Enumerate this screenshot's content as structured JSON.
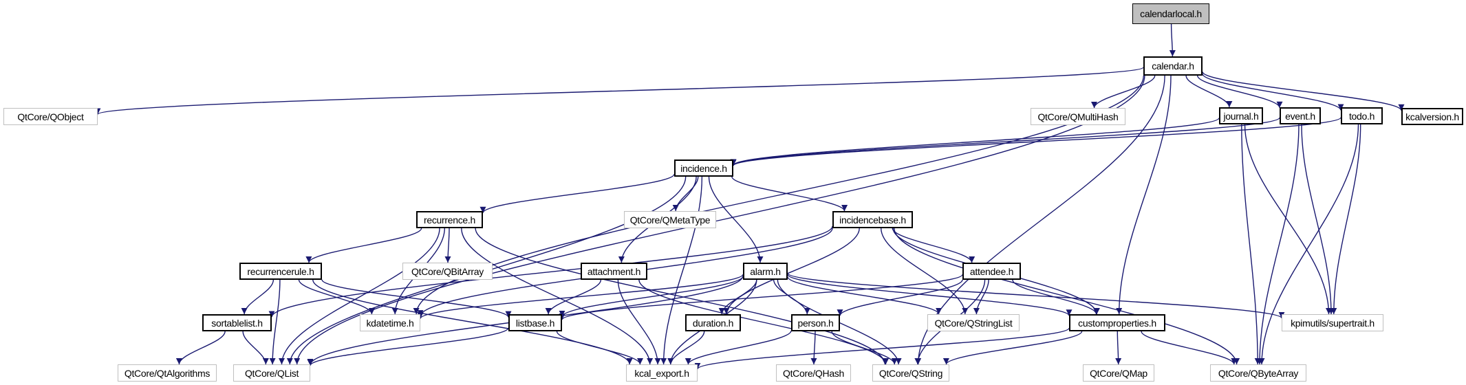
{
  "diagram": {
    "title": "calendarlocal.h include dependency graph",
    "edge_color": "#191970",
    "nodes": [
      {
        "id": "calendarlocal",
        "label": "calendarlocal.h",
        "kind": "root"
      },
      {
        "id": "calendar",
        "label": "calendar.h",
        "kind": "local"
      },
      {
        "id": "qobject",
        "label": "QtCore/QObject",
        "kind": "ext"
      },
      {
        "id": "qmultihash",
        "label": "QtCore/QMultiHash",
        "kind": "ext"
      },
      {
        "id": "journal",
        "label": "journal.h",
        "kind": "local"
      },
      {
        "id": "event",
        "label": "event.h",
        "kind": "local"
      },
      {
        "id": "todo",
        "label": "todo.h",
        "kind": "local"
      },
      {
        "id": "kcalversion",
        "label": "kcalversion.h",
        "kind": "local"
      },
      {
        "id": "incidence",
        "label": "incidence.h",
        "kind": "local"
      },
      {
        "id": "recurrence",
        "label": "recurrence.h",
        "kind": "local"
      },
      {
        "id": "qmetatype",
        "label": "QtCore/QMetaType",
        "kind": "ext"
      },
      {
        "id": "incidencebase",
        "label": "incidencebase.h",
        "kind": "local"
      },
      {
        "id": "recurrencerule",
        "label": "recurrencerule.h",
        "kind": "local"
      },
      {
        "id": "qbitarray",
        "label": "QtCore/QBitArray",
        "kind": "ext"
      },
      {
        "id": "attachment",
        "label": "attachment.h",
        "kind": "local"
      },
      {
        "id": "alarm",
        "label": "alarm.h",
        "kind": "local"
      },
      {
        "id": "attendee",
        "label": "attendee.h",
        "kind": "local"
      },
      {
        "id": "sortablelist",
        "label": "sortablelist.h",
        "kind": "local"
      },
      {
        "id": "kdatetime",
        "label": "kdatetime.h",
        "kind": "ext"
      },
      {
        "id": "listbase",
        "label": "listbase.h",
        "kind": "local"
      },
      {
        "id": "duration",
        "label": "duration.h",
        "kind": "local"
      },
      {
        "id": "person",
        "label": "person.h",
        "kind": "local"
      },
      {
        "id": "qstringlist",
        "label": "QtCore/QStringList",
        "kind": "ext"
      },
      {
        "id": "customproperties",
        "label": "customproperties.h",
        "kind": "local"
      },
      {
        "id": "supertrait",
        "label": "kpimutils/supertrait.h",
        "kind": "ext"
      },
      {
        "id": "qtalgorithms",
        "label": "QtCore/QtAlgorithms",
        "kind": "ext"
      },
      {
        "id": "qlist",
        "label": "QtCore/QList",
        "kind": "ext"
      },
      {
        "id": "kcalexport",
        "label": "kcal_export.h",
        "kind": "ext"
      },
      {
        "id": "qhash",
        "label": "QtCore/QHash",
        "kind": "ext"
      },
      {
        "id": "qstring",
        "label": "QtCore/QString",
        "kind": "ext"
      },
      {
        "id": "qmap",
        "label": "QtCore/QMap",
        "kind": "ext"
      },
      {
        "id": "qbytearray",
        "label": "QtCore/QByteArray",
        "kind": "ext"
      }
    ],
    "edges": [
      [
        "calendarlocal",
        "calendar"
      ],
      [
        "calendar",
        "qobject"
      ],
      [
        "calendar",
        "qlist"
      ],
      [
        "calendar",
        "kdatetime"
      ],
      [
        "calendar",
        "qmultihash"
      ],
      [
        "calendar",
        "journal"
      ],
      [
        "calendar",
        "event"
      ],
      [
        "calendar",
        "todo"
      ],
      [
        "calendar",
        "kcalversion"
      ],
      [
        "calendar",
        "customproperties"
      ],
      [
        "calendar",
        "qstring"
      ],
      [
        "journal",
        "incidence"
      ],
      [
        "journal",
        "supertrait"
      ],
      [
        "journal",
        "qbytearray"
      ],
      [
        "event",
        "incidence"
      ],
      [
        "event",
        "supertrait"
      ],
      [
        "event",
        "qbytearray"
      ],
      [
        "todo",
        "incidence"
      ],
      [
        "todo",
        "supertrait"
      ],
      [
        "todo",
        "qbytearray"
      ],
      [
        "incidence",
        "qlist"
      ],
      [
        "incidence",
        "recurrence"
      ],
      [
        "incidence",
        "qmetatype"
      ],
      [
        "incidence",
        "incidencebase"
      ],
      [
        "incidence",
        "attachment"
      ],
      [
        "incidence",
        "alarm"
      ],
      [
        "incidence",
        "kcalexport"
      ],
      [
        "recurrence",
        "recurrencerule"
      ],
      [
        "recurrence",
        "qbitarray"
      ],
      [
        "recurrence",
        "kdatetime"
      ],
      [
        "recurrence",
        "qlist"
      ],
      [
        "recurrence",
        "kcalexport"
      ],
      [
        "recurrence",
        "qstring"
      ],
      [
        "incidencebase",
        "sortablelist"
      ],
      [
        "incidencebase",
        "kdatetime"
      ],
      [
        "incidencebase",
        "duration"
      ],
      [
        "incidencebase",
        "attendee"
      ],
      [
        "incidencebase",
        "qstringlist"
      ],
      [
        "incidencebase",
        "customproperties"
      ],
      [
        "incidencebase",
        "qbytearray"
      ],
      [
        "recurrencerule",
        "sortablelist"
      ],
      [
        "recurrencerule",
        "kdatetime"
      ],
      [
        "recurrencerule",
        "listbase"
      ],
      [
        "recurrencerule",
        "qlist"
      ],
      [
        "recurrencerule",
        "kcalexport"
      ],
      [
        "attachment",
        "listbase"
      ],
      [
        "attachment",
        "kcalexport"
      ],
      [
        "attachment",
        "qstring"
      ],
      [
        "alarm",
        "kdatetime"
      ],
      [
        "alarm",
        "listbase"
      ],
      [
        "alarm",
        "duration"
      ],
      [
        "alarm",
        "person"
      ],
      [
        "alarm",
        "qstringlist"
      ],
      [
        "alarm",
        "customproperties"
      ],
      [
        "alarm",
        "supertrait"
      ],
      [
        "alarm",
        "qlist"
      ],
      [
        "alarm",
        "kcalexport"
      ],
      [
        "alarm",
        "qstring"
      ],
      [
        "attendee",
        "listbase"
      ],
      [
        "attendee",
        "person"
      ],
      [
        "attendee",
        "qstringlist"
      ],
      [
        "attendee",
        "customproperties"
      ],
      [
        "attendee",
        "qstring"
      ],
      [
        "sortablelist",
        "qtalgorithms"
      ],
      [
        "sortablelist",
        "qlist"
      ],
      [
        "listbase",
        "qlist"
      ],
      [
        "listbase",
        "kcalexport"
      ],
      [
        "duration",
        "kcalexport"
      ],
      [
        "person",
        "kcalexport"
      ],
      [
        "person",
        "qhash"
      ],
      [
        "person",
        "qstring"
      ],
      [
        "customproperties",
        "kcalexport"
      ],
      [
        "customproperties",
        "qstring"
      ],
      [
        "customproperties",
        "qmap"
      ],
      [
        "customproperties",
        "qbytearray"
      ]
    ]
  }
}
